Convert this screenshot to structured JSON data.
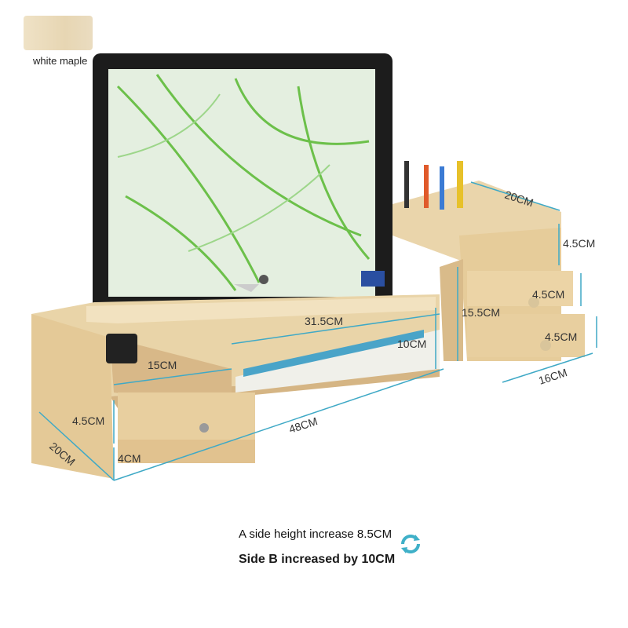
{
  "swatch": {
    "label": "white maple",
    "color": "#e9dbbd"
  },
  "dimensions": {
    "top_width": "31.5CM",
    "pencil_width": "20CM",
    "pencil_height": "4.5CM",
    "right_height": "15.5CM",
    "right_drawer1": "4.5CM",
    "right_drawer2": "4.5CM",
    "right_bottom": "16CM",
    "shelf_gap": "10CM",
    "left_depth": "15CM",
    "left_drawer_height": "4.5CM",
    "left_base": "4CM",
    "side_depth": "20CM",
    "total_width": "48CM"
  },
  "notes": {
    "line_a": "A side height increase 8.5CM",
    "line_b": "Side B increased by 10CM"
  },
  "colors": {
    "wood": "#ead7ae",
    "wood_dark": "#c9a878",
    "dim_line": "#3fa9c6",
    "screen": "#d7ecd0"
  }
}
